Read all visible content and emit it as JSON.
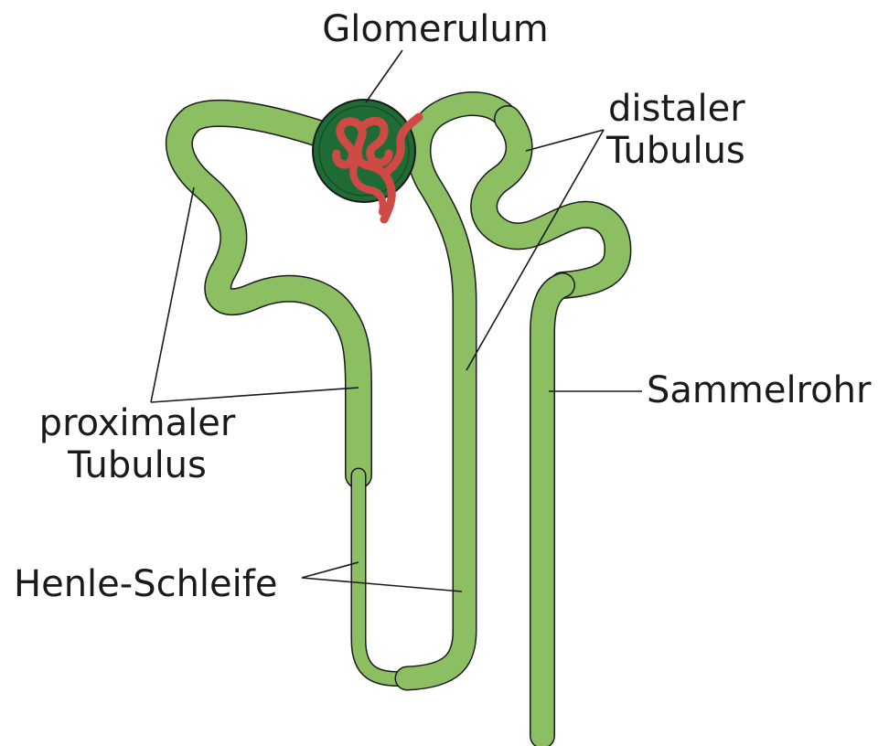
{
  "labels": {
    "glomerulum": "Glomerulum",
    "distal_line1": "distaler",
    "distal_line2": "Tubulus",
    "proximal_line1": "proximaler",
    "proximal_line2": "Tubulus",
    "henle": "Henle-Schleife",
    "collecting": "Sammelrohr"
  },
  "colors": {
    "tubule": "#8cbf62",
    "outline": "#1a1a1a",
    "capsule": "#1f6b35",
    "capillary": "#d04a45"
  }
}
